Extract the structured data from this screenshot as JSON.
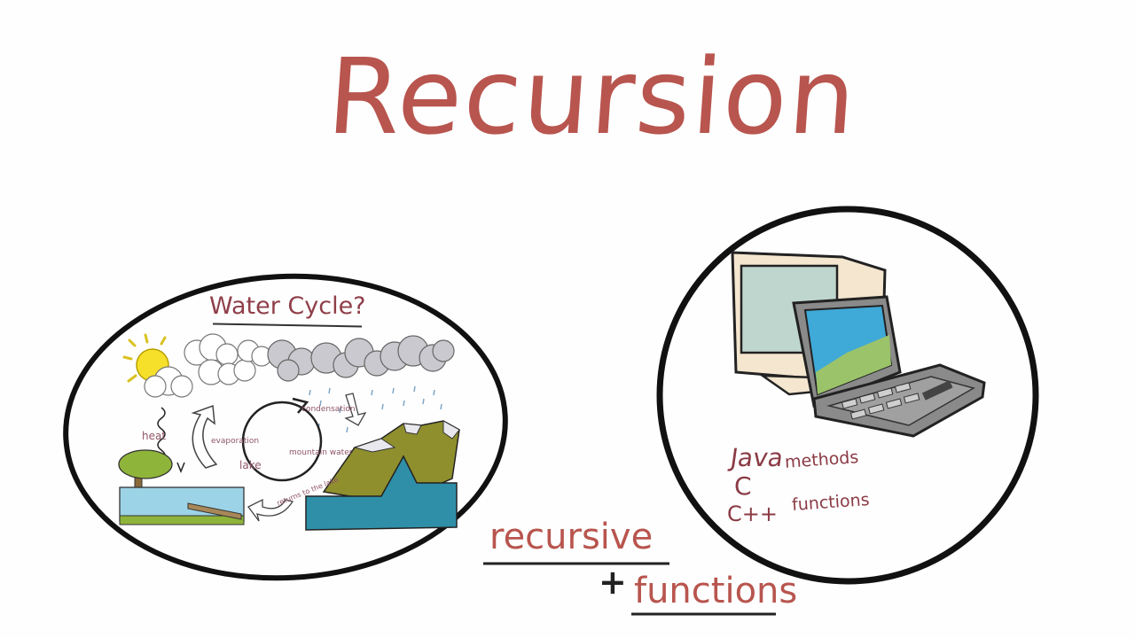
{
  "slide": {
    "title": "Recursion",
    "water_cycle": {
      "title": "Water Cycle?",
      "labels": {
        "heat": "heat",
        "evaporation": "evaporation",
        "condensation": "condensation",
        "lake": "lake",
        "mountain_water": "mountain water",
        "returns_to_lake": "returns to the lake"
      }
    },
    "computer": {
      "languages": {
        "java": "Java",
        "java_note": "methods",
        "c": "C",
        "cpp": "C++",
        "cpp_note": "functions"
      }
    },
    "bottom": {
      "word1": "recursive",
      "plus": "+",
      "word2": "functions"
    },
    "colors": {
      "title_red": "#b8554e",
      "ink": "#1a1a1a",
      "label_maroon": "#8a3a44"
    }
  }
}
